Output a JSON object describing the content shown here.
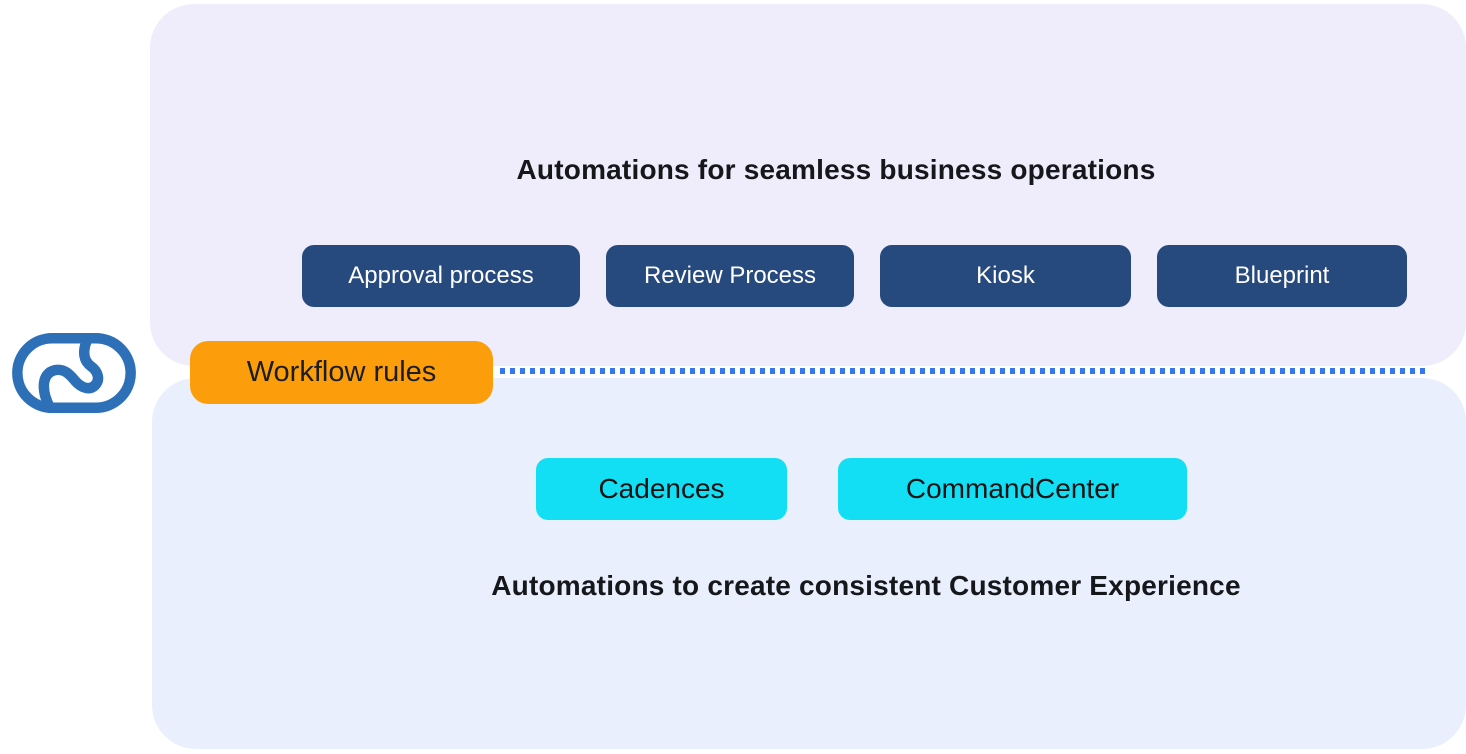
{
  "page": {
    "background": "#FFFFFF"
  },
  "logo": {
    "name": "zoho-crm-logo",
    "color": "#2D70B7"
  },
  "top_panel": {
    "background": "#EFEDFB",
    "title": "Automations for seamless business operations",
    "button_background": "#26497E",
    "button_text_color": "#FFFFFF",
    "buttons": [
      {
        "label": "Approval process"
      },
      {
        "label": "Review Process"
      },
      {
        "label": "Kiosk"
      },
      {
        "label": "Blueprint"
      }
    ]
  },
  "divider": {
    "workflow_label": "Workflow rules",
    "workflow_background": "#FC9E0C",
    "workflow_text_color": "#1B1D1F",
    "dot_color": "#3577EE"
  },
  "bottom_panel": {
    "background": "#E9EFFD",
    "title": "Automations to create consistent Customer Experience",
    "button_background": "#13DFF4",
    "button_text_color": "#101214",
    "buttons": [
      {
        "label": "Cadences"
      },
      {
        "label": "CommandCenter"
      }
    ]
  }
}
